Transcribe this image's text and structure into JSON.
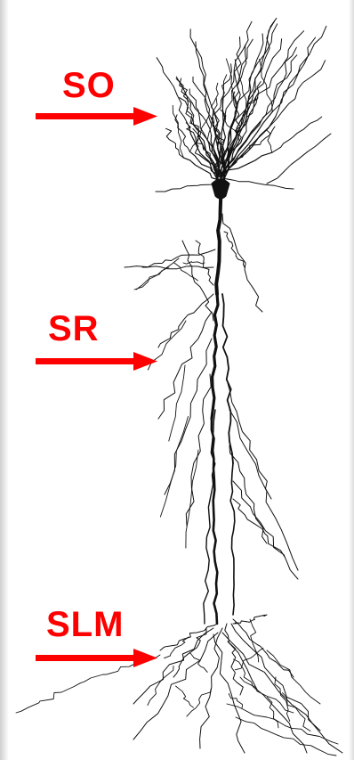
{
  "labels": {
    "so": "SO",
    "sr": "SR",
    "slm": "SLM"
  },
  "colors": {
    "label": "#ff0000",
    "arrow": "#ff0000",
    "dendrite": "#111111",
    "background": "#ffffff"
  },
  "icons": {
    "arrow": "arrow-right-icon",
    "neuron": "pyramidal-neuron-drawing"
  }
}
